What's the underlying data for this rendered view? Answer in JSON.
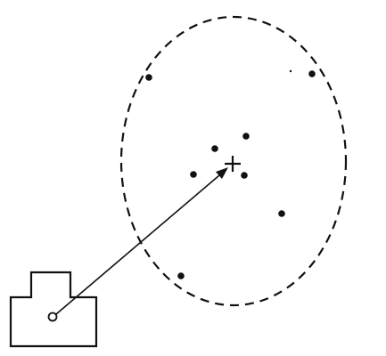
{
  "diagram": {
    "figure_type": "target-scatter-diagram",
    "colors": {
      "stroke": "#111111",
      "background": "#ffffff"
    },
    "elements": [
      {
        "name": "device-outline",
        "kind": "l-shaped-housing"
      },
      {
        "name": "device-origin",
        "kind": "small-circle"
      },
      {
        "name": "aim-vector-arrow",
        "kind": "arrow",
        "from": "device-origin",
        "to": "center-cross-icon"
      },
      {
        "name": "dispersion-ellipse",
        "kind": "dashed-ellipse"
      },
      {
        "name": "center-cross-icon",
        "kind": "plus-marker"
      }
    ],
    "point_count": 9
  }
}
